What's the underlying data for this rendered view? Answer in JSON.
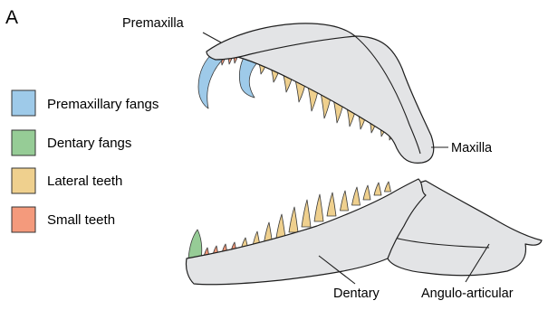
{
  "panel_label": "A",
  "callouts": {
    "premaxilla": "Premaxilla",
    "maxilla": "Maxilla",
    "dentary": "Dentary",
    "angulo_articular": "Angulo-articular"
  },
  "legend": [
    {
      "label": "Premaxillary fangs",
      "color": "#9ecae9"
    },
    {
      "label": "Dentary fangs",
      "color": "#96cc96"
    },
    {
      "label": "Lateral teeth",
      "color": "#efd08e"
    },
    {
      "label": "Small teeth",
      "color": "#f49a7c"
    }
  ],
  "colors": {
    "bone_fill": "#e3e4e6",
    "outline": "#1e1e1e"
  }
}
